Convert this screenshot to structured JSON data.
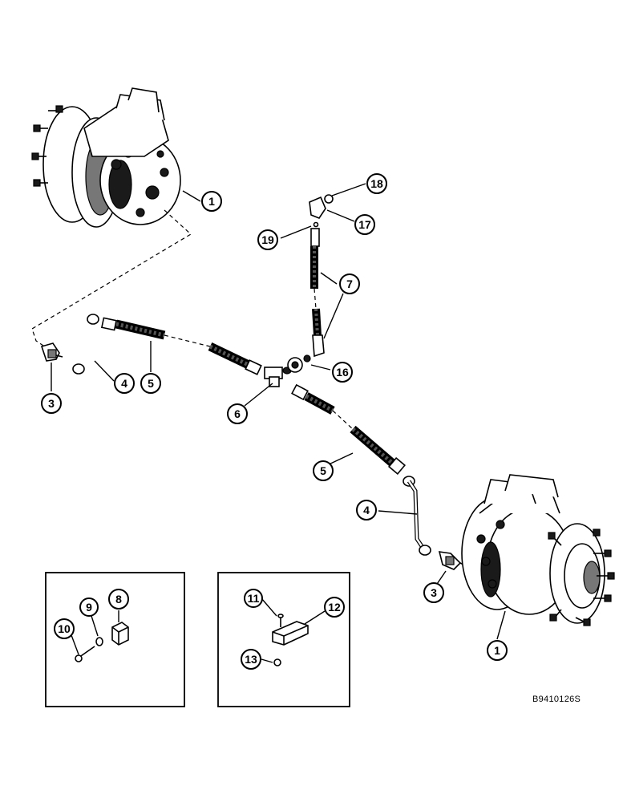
{
  "figure": {
    "reference_code": "B9410126S",
    "callouts": {
      "c1a": "1",
      "c1b": "1",
      "c3a": "3",
      "c3b": "3",
      "c4a": "4",
      "c4b": "4",
      "c5a": "5",
      "c5b": "5",
      "c6": "6",
      "c7": "7",
      "c8": "8",
      "c9": "9",
      "c10": "10",
      "c11": "11",
      "c12": "12",
      "c13": "13",
      "c16": "16",
      "c17": "17",
      "c18": "18",
      "c19": "19"
    }
  }
}
